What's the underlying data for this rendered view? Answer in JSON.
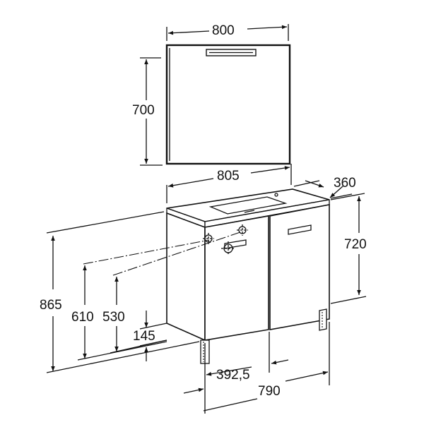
{
  "dimensions": {
    "mirror_width": "800",
    "mirror_height": "700",
    "basin_width": "805",
    "depth": "360",
    "cabinet_height": "720",
    "total_height": "865",
    "tap_height_high": "610",
    "tap_height_low": "530",
    "leg_height": "145",
    "half_width": "392,5",
    "cabinet_width": "790"
  },
  "colors": {
    "line": "#111111",
    "background": "#ffffff"
  }
}
